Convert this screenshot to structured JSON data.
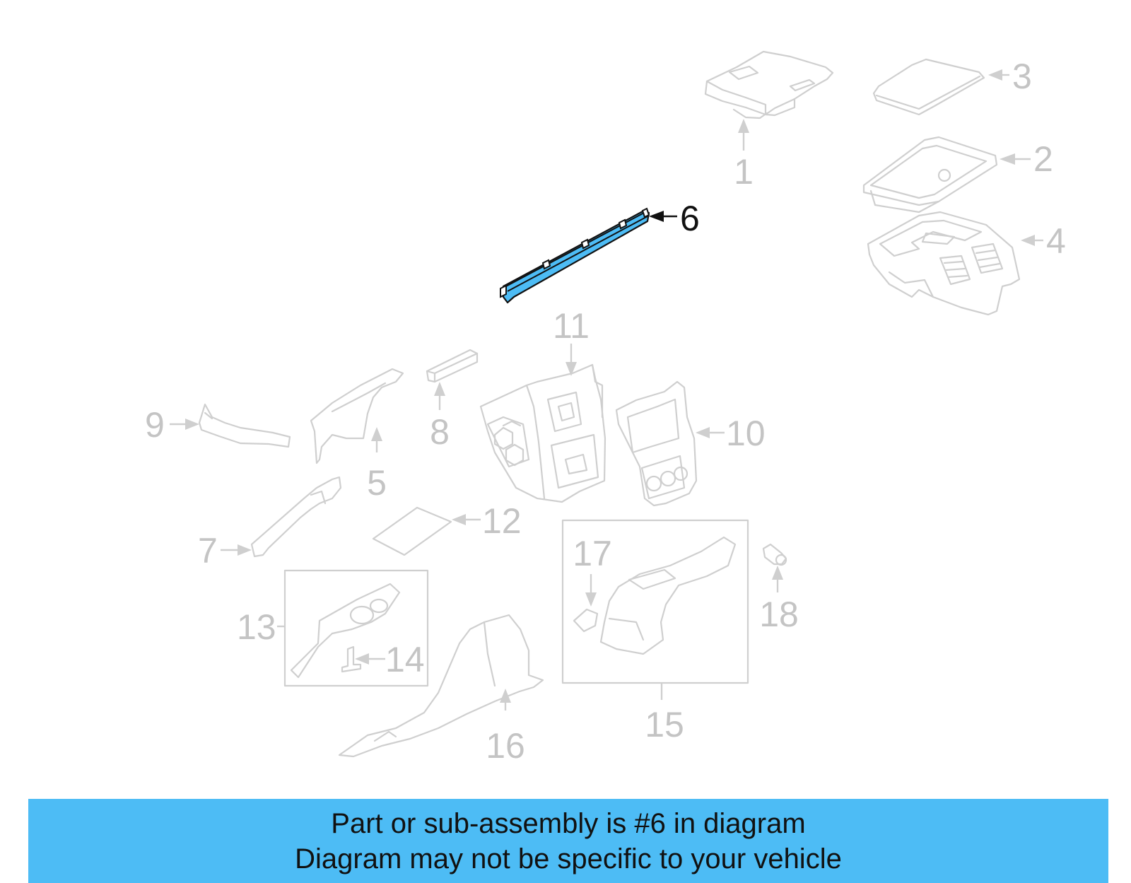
{
  "banner": {
    "line1": "Part or sub-assembly is #6 in diagram",
    "line2": "Diagram may not be specific to your vehicle",
    "background": "#4dbcf5"
  },
  "diagram": {
    "highlight_color": "#4dbcf5",
    "highlighted_part": "6",
    "callouts": [
      {
        "id": "c1",
        "label": "1"
      },
      {
        "id": "c2",
        "label": "2"
      },
      {
        "id": "c3",
        "label": "3"
      },
      {
        "id": "c4",
        "label": "4"
      },
      {
        "id": "c5",
        "label": "5"
      },
      {
        "id": "c6",
        "label": "6"
      },
      {
        "id": "c7",
        "label": "7"
      },
      {
        "id": "c8",
        "label": "8"
      },
      {
        "id": "c9",
        "label": "9"
      },
      {
        "id": "c10",
        "label": "10"
      },
      {
        "id": "c11",
        "label": "11"
      },
      {
        "id": "c12",
        "label": "12"
      },
      {
        "id": "c13",
        "label": "13"
      },
      {
        "id": "c14",
        "label": "14"
      },
      {
        "id": "c15",
        "label": "15"
      },
      {
        "id": "c16",
        "label": "16"
      },
      {
        "id": "c17",
        "label": "17"
      },
      {
        "id": "c18",
        "label": "18"
      }
    ]
  }
}
